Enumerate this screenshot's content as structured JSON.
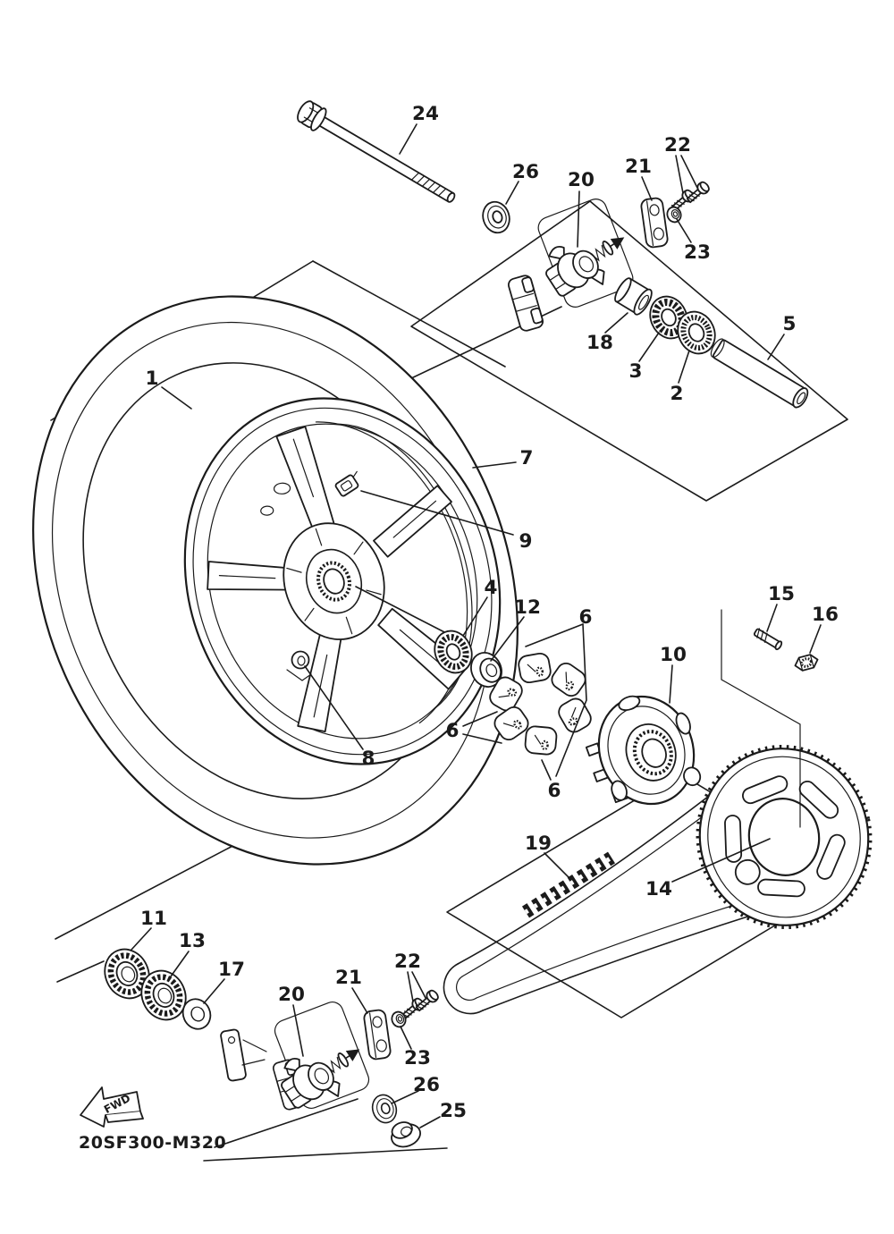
{
  "page": {
    "background": "#ffffff",
    "ink_color": "#1b1b1b"
  },
  "diagram": {
    "drawing_code": "20SF300-M320",
    "direction_arrow_label": "FWD",
    "callouts": {
      "1": "1",
      "2": "2",
      "3": "3",
      "4": "4",
      "5": "5",
      "6a": "6",
      "6b": "6",
      "6c": "6",
      "7": "7",
      "8": "8",
      "9": "9",
      "10": "10",
      "11": "11",
      "12": "12",
      "13": "13",
      "14": "14",
      "15": "15",
      "16": "16",
      "17": "17",
      "18": "18",
      "19": "19",
      "20a": "20",
      "20b": "20",
      "21a": "21",
      "21b": "21",
      "22a": "22",
      "22b": "22",
      "23a": "23",
      "23b": "23",
      "24": "24",
      "25": "25",
      "26a": "26",
      "26b": "26"
    }
  }
}
